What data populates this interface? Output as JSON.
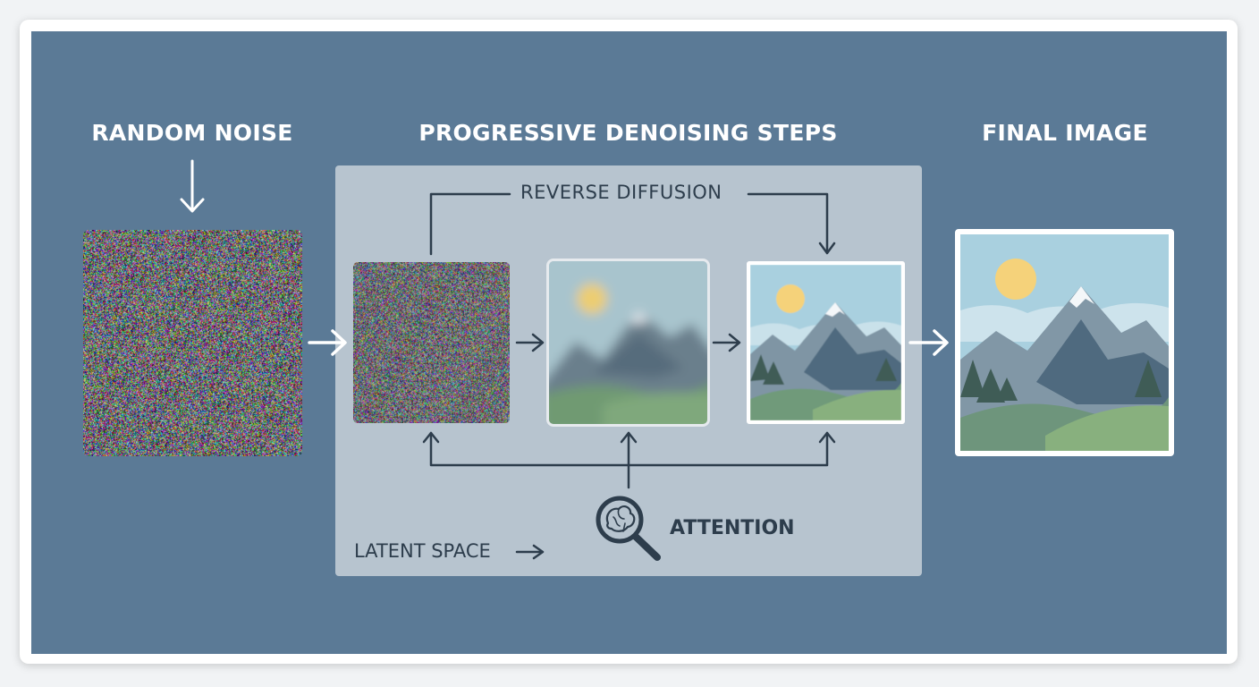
{
  "diagram": {
    "headings": {
      "random_noise": "RANDOM NOISE",
      "progressive_steps": "PROGRESSIVE DENOISING STEPS",
      "final_image": "FINAL IMAGE"
    },
    "labels": {
      "reverse_diffusion": "REVERSE DIFFUSION",
      "latent_space": "LATENT SPACE",
      "attention": "ATTENTION"
    },
    "icons": {
      "attention_icon": "brain-magnifier-icon",
      "arrow_icon": "arrow-right-icon"
    },
    "colors": {
      "background": "#5b7a96",
      "latent_box": "#b7c4cf",
      "dark_text": "#2d3d4c",
      "sky": "#a9d0df",
      "sun": "#f5d27a",
      "mountain": "#6f8798",
      "grass": "#7aa57c"
    }
  }
}
